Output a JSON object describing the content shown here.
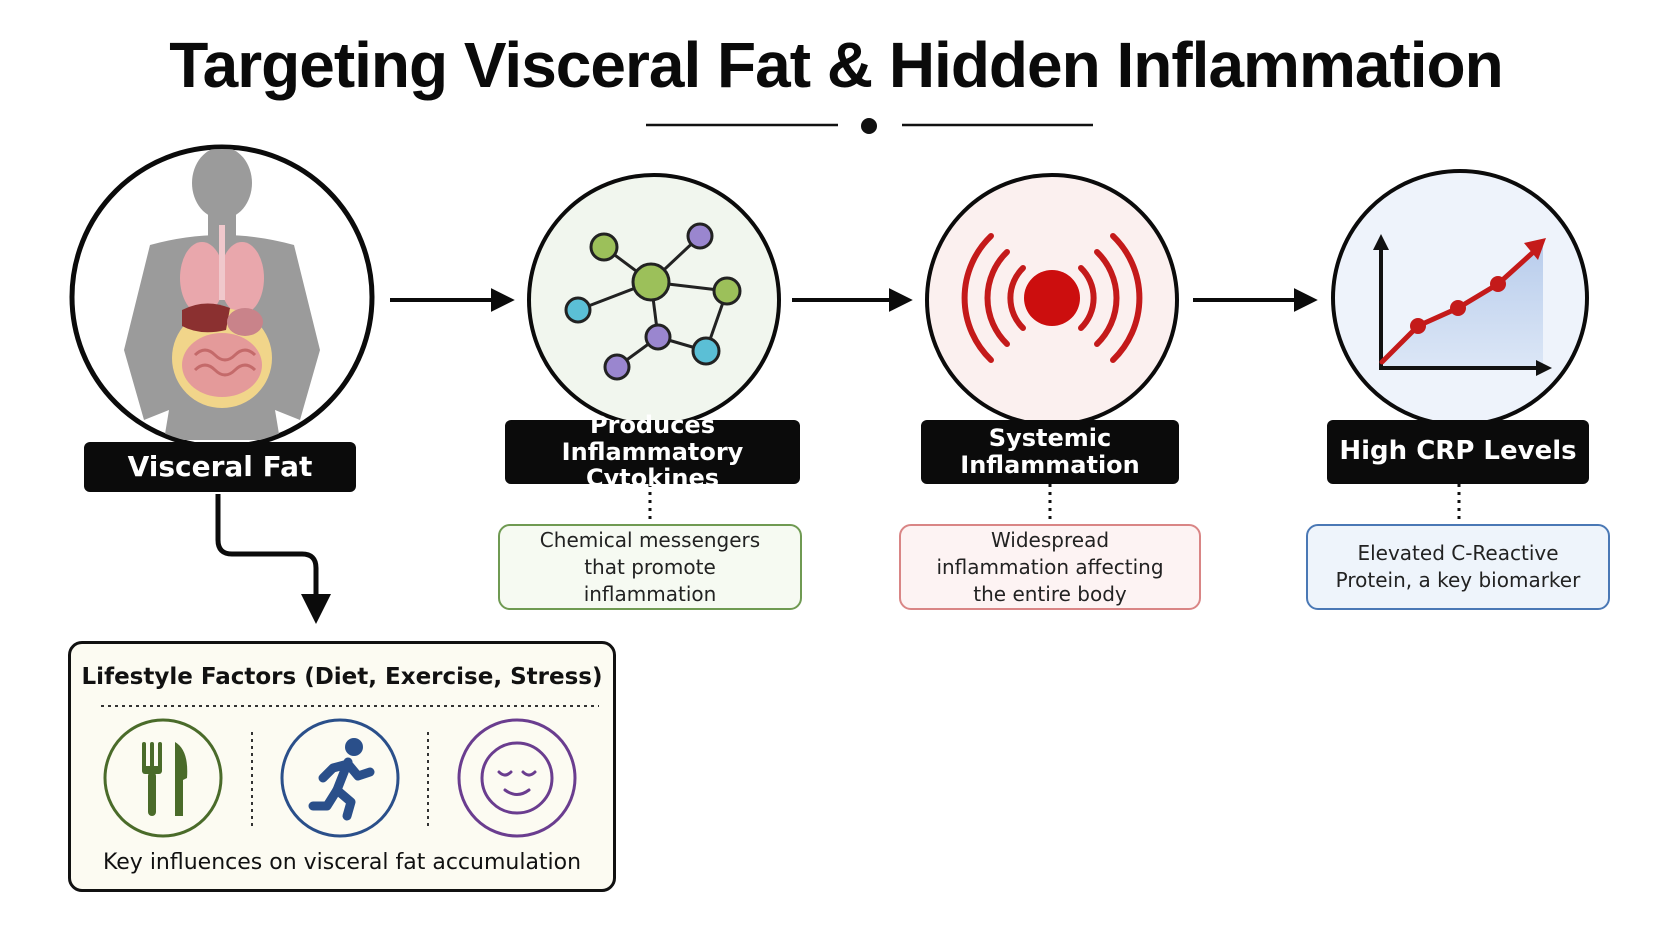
{
  "title": "Targeting Visceral Fat & Hidden Inflammation",
  "steps": [
    {
      "label": "Visceral Fat",
      "icon": "body-organs-icon"
    },
    {
      "label": "Produces Inflammatory Cytokines",
      "icon": "molecule-network-icon",
      "description": "Chemical messengers that promote inflammation"
    },
    {
      "label": "Systemic Inflammation",
      "icon": "inflammation-signal-icon",
      "description": "Widespread inflammation affecting the entire body"
    },
    {
      "label": "High CRP Levels",
      "icon": "rising-chart-icon",
      "description": "Elevated C-Reactive Protein, a key biomarker"
    }
  ],
  "lifestyle": {
    "title": "Lifestyle Factors (Diet, Exercise, Stress)",
    "footer": "Key influences on visceral fat accumulation",
    "icons": [
      "fork-knife-icon",
      "running-person-icon",
      "calm-face-icon"
    ]
  },
  "colors": {
    "green": "#4a6b2a",
    "red": "#c41a1a",
    "blue": "#2a4f8a",
    "purple": "#6a3d8f",
    "desc_green_border": "#6f9a52",
    "desc_red_border": "#d98585",
    "desc_blue_border": "#4a78b5"
  }
}
